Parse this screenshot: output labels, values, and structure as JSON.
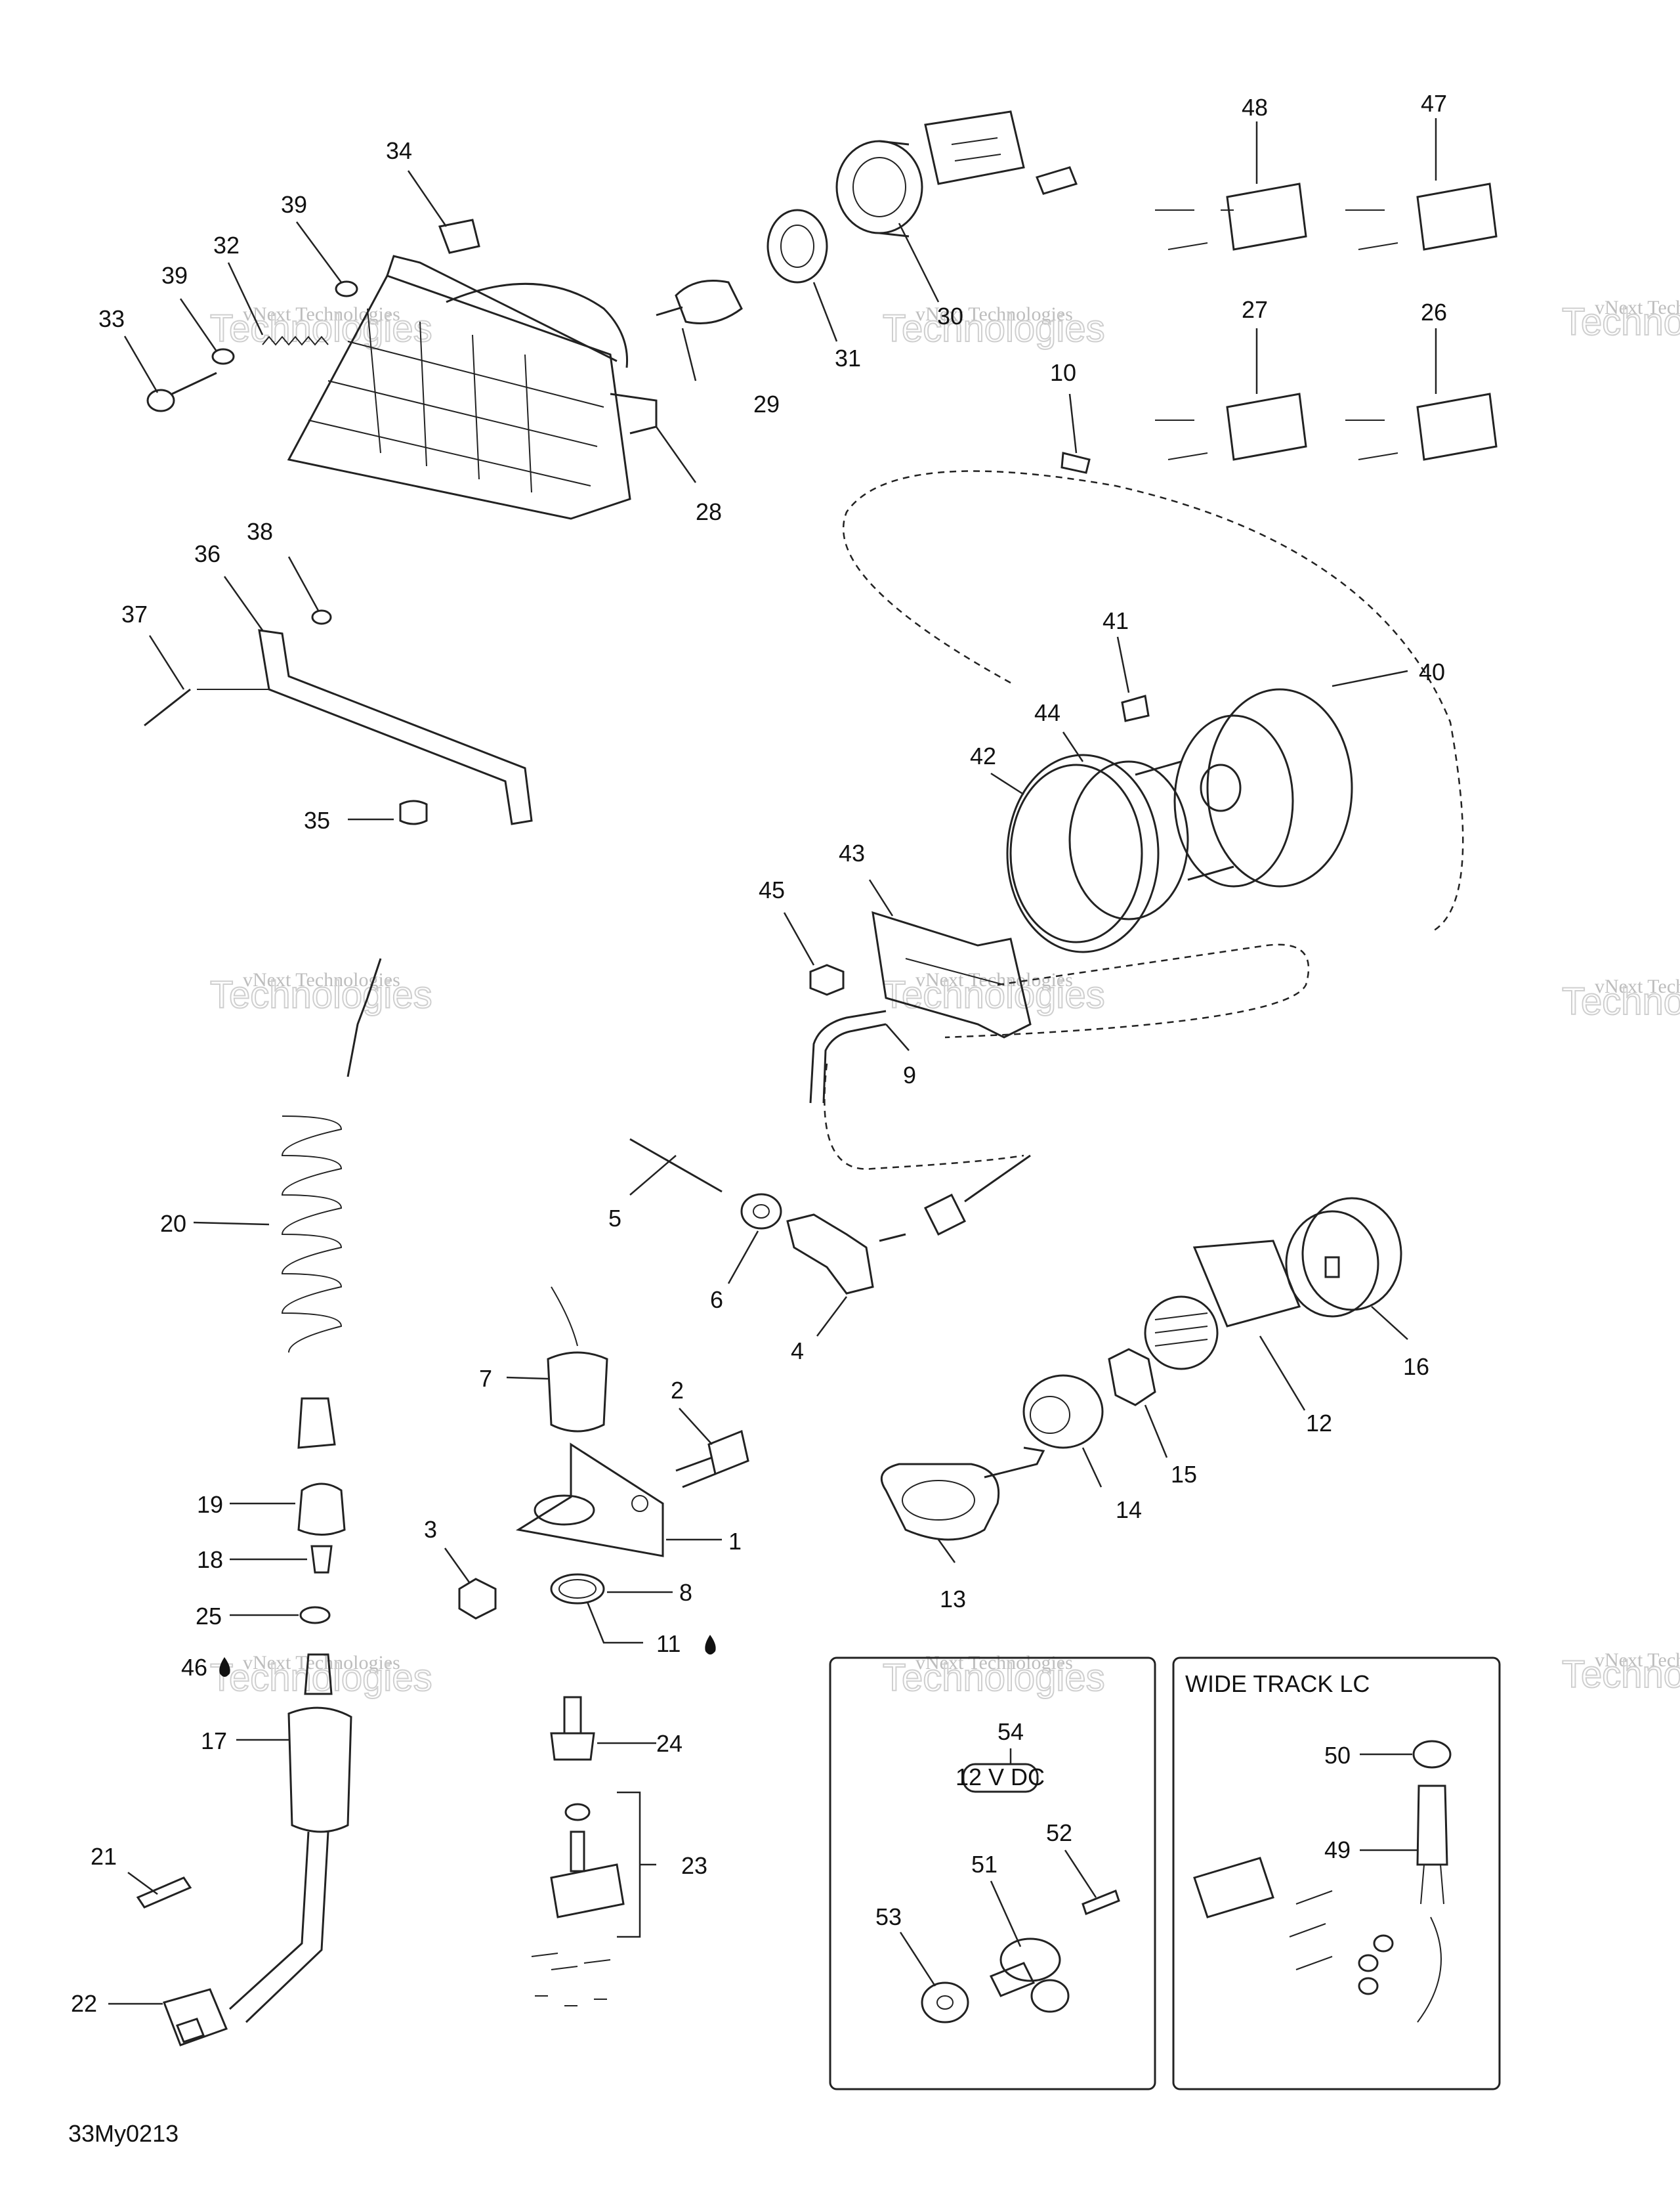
{
  "diagram": {
    "code": "33My0213",
    "box_titles": {
      "wide_track": "WIDE TRACK LC"
    },
    "voltage_label": "12 V DC",
    "watermark": {
      "line1": "vNext Technologies",
      "line2": "Technologies"
    },
    "labels": [
      {
        "id": "34",
        "text": "34"
      },
      {
        "id": "39a",
        "text": "39"
      },
      {
        "id": "32",
        "text": "32"
      },
      {
        "id": "39b",
        "text": "39"
      },
      {
        "id": "33",
        "text": "33"
      },
      {
        "id": "29",
        "text": "29"
      },
      {
        "id": "28",
        "text": "28"
      },
      {
        "id": "31",
        "text": "31"
      },
      {
        "id": "30",
        "text": "30"
      },
      {
        "id": "10",
        "text": "10"
      },
      {
        "id": "48",
        "text": "48"
      },
      {
        "id": "47",
        "text": "47"
      },
      {
        "id": "27",
        "text": "27"
      },
      {
        "id": "26",
        "text": "26"
      },
      {
        "id": "38",
        "text": "38"
      },
      {
        "id": "36",
        "text": "36"
      },
      {
        "id": "37",
        "text": "37"
      },
      {
        "id": "35",
        "text": "35"
      },
      {
        "id": "41",
        "text": "41"
      },
      {
        "id": "40",
        "text": "40"
      },
      {
        "id": "44",
        "text": "44"
      },
      {
        "id": "42",
        "text": "42"
      },
      {
        "id": "43",
        "text": "43"
      },
      {
        "id": "45",
        "text": "45"
      },
      {
        "id": "9",
        "text": "9"
      },
      {
        "id": "5",
        "text": "5"
      },
      {
        "id": "20",
        "text": "20"
      },
      {
        "id": "6",
        "text": "6"
      },
      {
        "id": "4",
        "text": "4"
      },
      {
        "id": "16",
        "text": "16"
      },
      {
        "id": "7",
        "text": "7"
      },
      {
        "id": "2",
        "text": "2"
      },
      {
        "id": "12",
        "text": "12"
      },
      {
        "id": "15",
        "text": "15"
      },
      {
        "id": "14",
        "text": "14"
      },
      {
        "id": "19",
        "text": "19"
      },
      {
        "id": "1",
        "text": "1"
      },
      {
        "id": "18",
        "text": "18"
      },
      {
        "id": "3",
        "text": "3"
      },
      {
        "id": "8",
        "text": "8"
      },
      {
        "id": "13",
        "text": "13"
      },
      {
        "id": "25",
        "text": "25"
      },
      {
        "id": "11",
        "text": "11"
      },
      {
        "id": "46",
        "text": "46"
      },
      {
        "id": "17",
        "text": "17"
      },
      {
        "id": "24",
        "text": "24"
      },
      {
        "id": "54",
        "text": "54"
      },
      {
        "id": "50",
        "text": "50"
      },
      {
        "id": "49",
        "text": "49"
      },
      {
        "id": "23",
        "text": "23"
      },
      {
        "id": "21",
        "text": "21"
      },
      {
        "id": "52",
        "text": "52"
      },
      {
        "id": "51",
        "text": "51"
      },
      {
        "id": "53",
        "text": "53"
      },
      {
        "id": "22",
        "text": "22"
      }
    ]
  }
}
